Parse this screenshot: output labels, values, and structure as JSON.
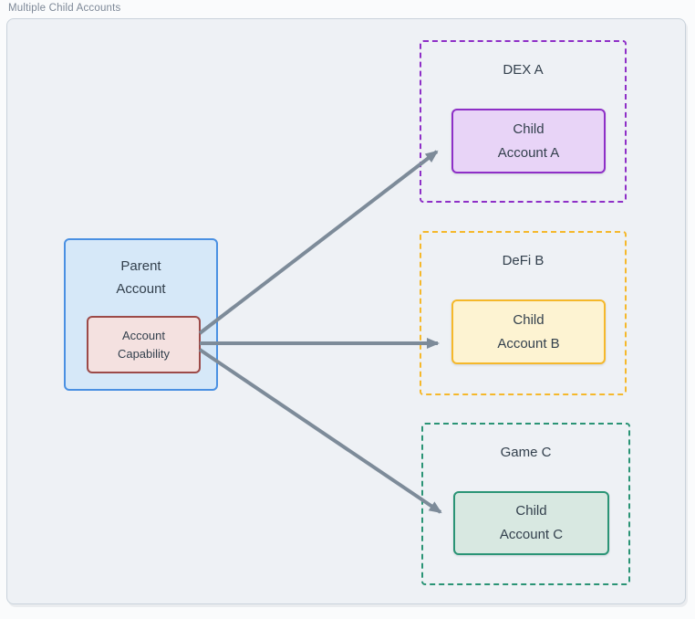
{
  "title": "Multiple Child Accounts",
  "colors": {
    "canvas_bg": "#eef1f5",
    "canvas_border": "#c9d2db",
    "label_text": "#7d8897",
    "text": "#33404d",
    "arrow": "#7d8b99",
    "parent_fill": "#d6e8f8",
    "parent_border": "#4a90e2",
    "capability_fill": "#f4e1e0",
    "capability_border": "#9c4a48",
    "purple_fill": "#e8d4f7",
    "purple_border": "#8e2fc7",
    "amber_fill": "#fdf3d2",
    "amber_border": "#f5b82b",
    "teal_fill": "#d8e8e1",
    "teal_border": "#2a9475"
  },
  "parent": {
    "label_line1": "Parent",
    "label_line2": "Account",
    "capability": {
      "line1": "Account",
      "line2": "Capability"
    }
  },
  "groups": [
    {
      "label": "DEX A",
      "box": {
        "line1": "Child",
        "line2": "Account A"
      }
    },
    {
      "label": "DeFi B",
      "box": {
        "line1": "Child",
        "line2": "Account B"
      }
    },
    {
      "label": "Game C",
      "box": {
        "line1": "Child",
        "line2": "Account C"
      }
    }
  ]
}
